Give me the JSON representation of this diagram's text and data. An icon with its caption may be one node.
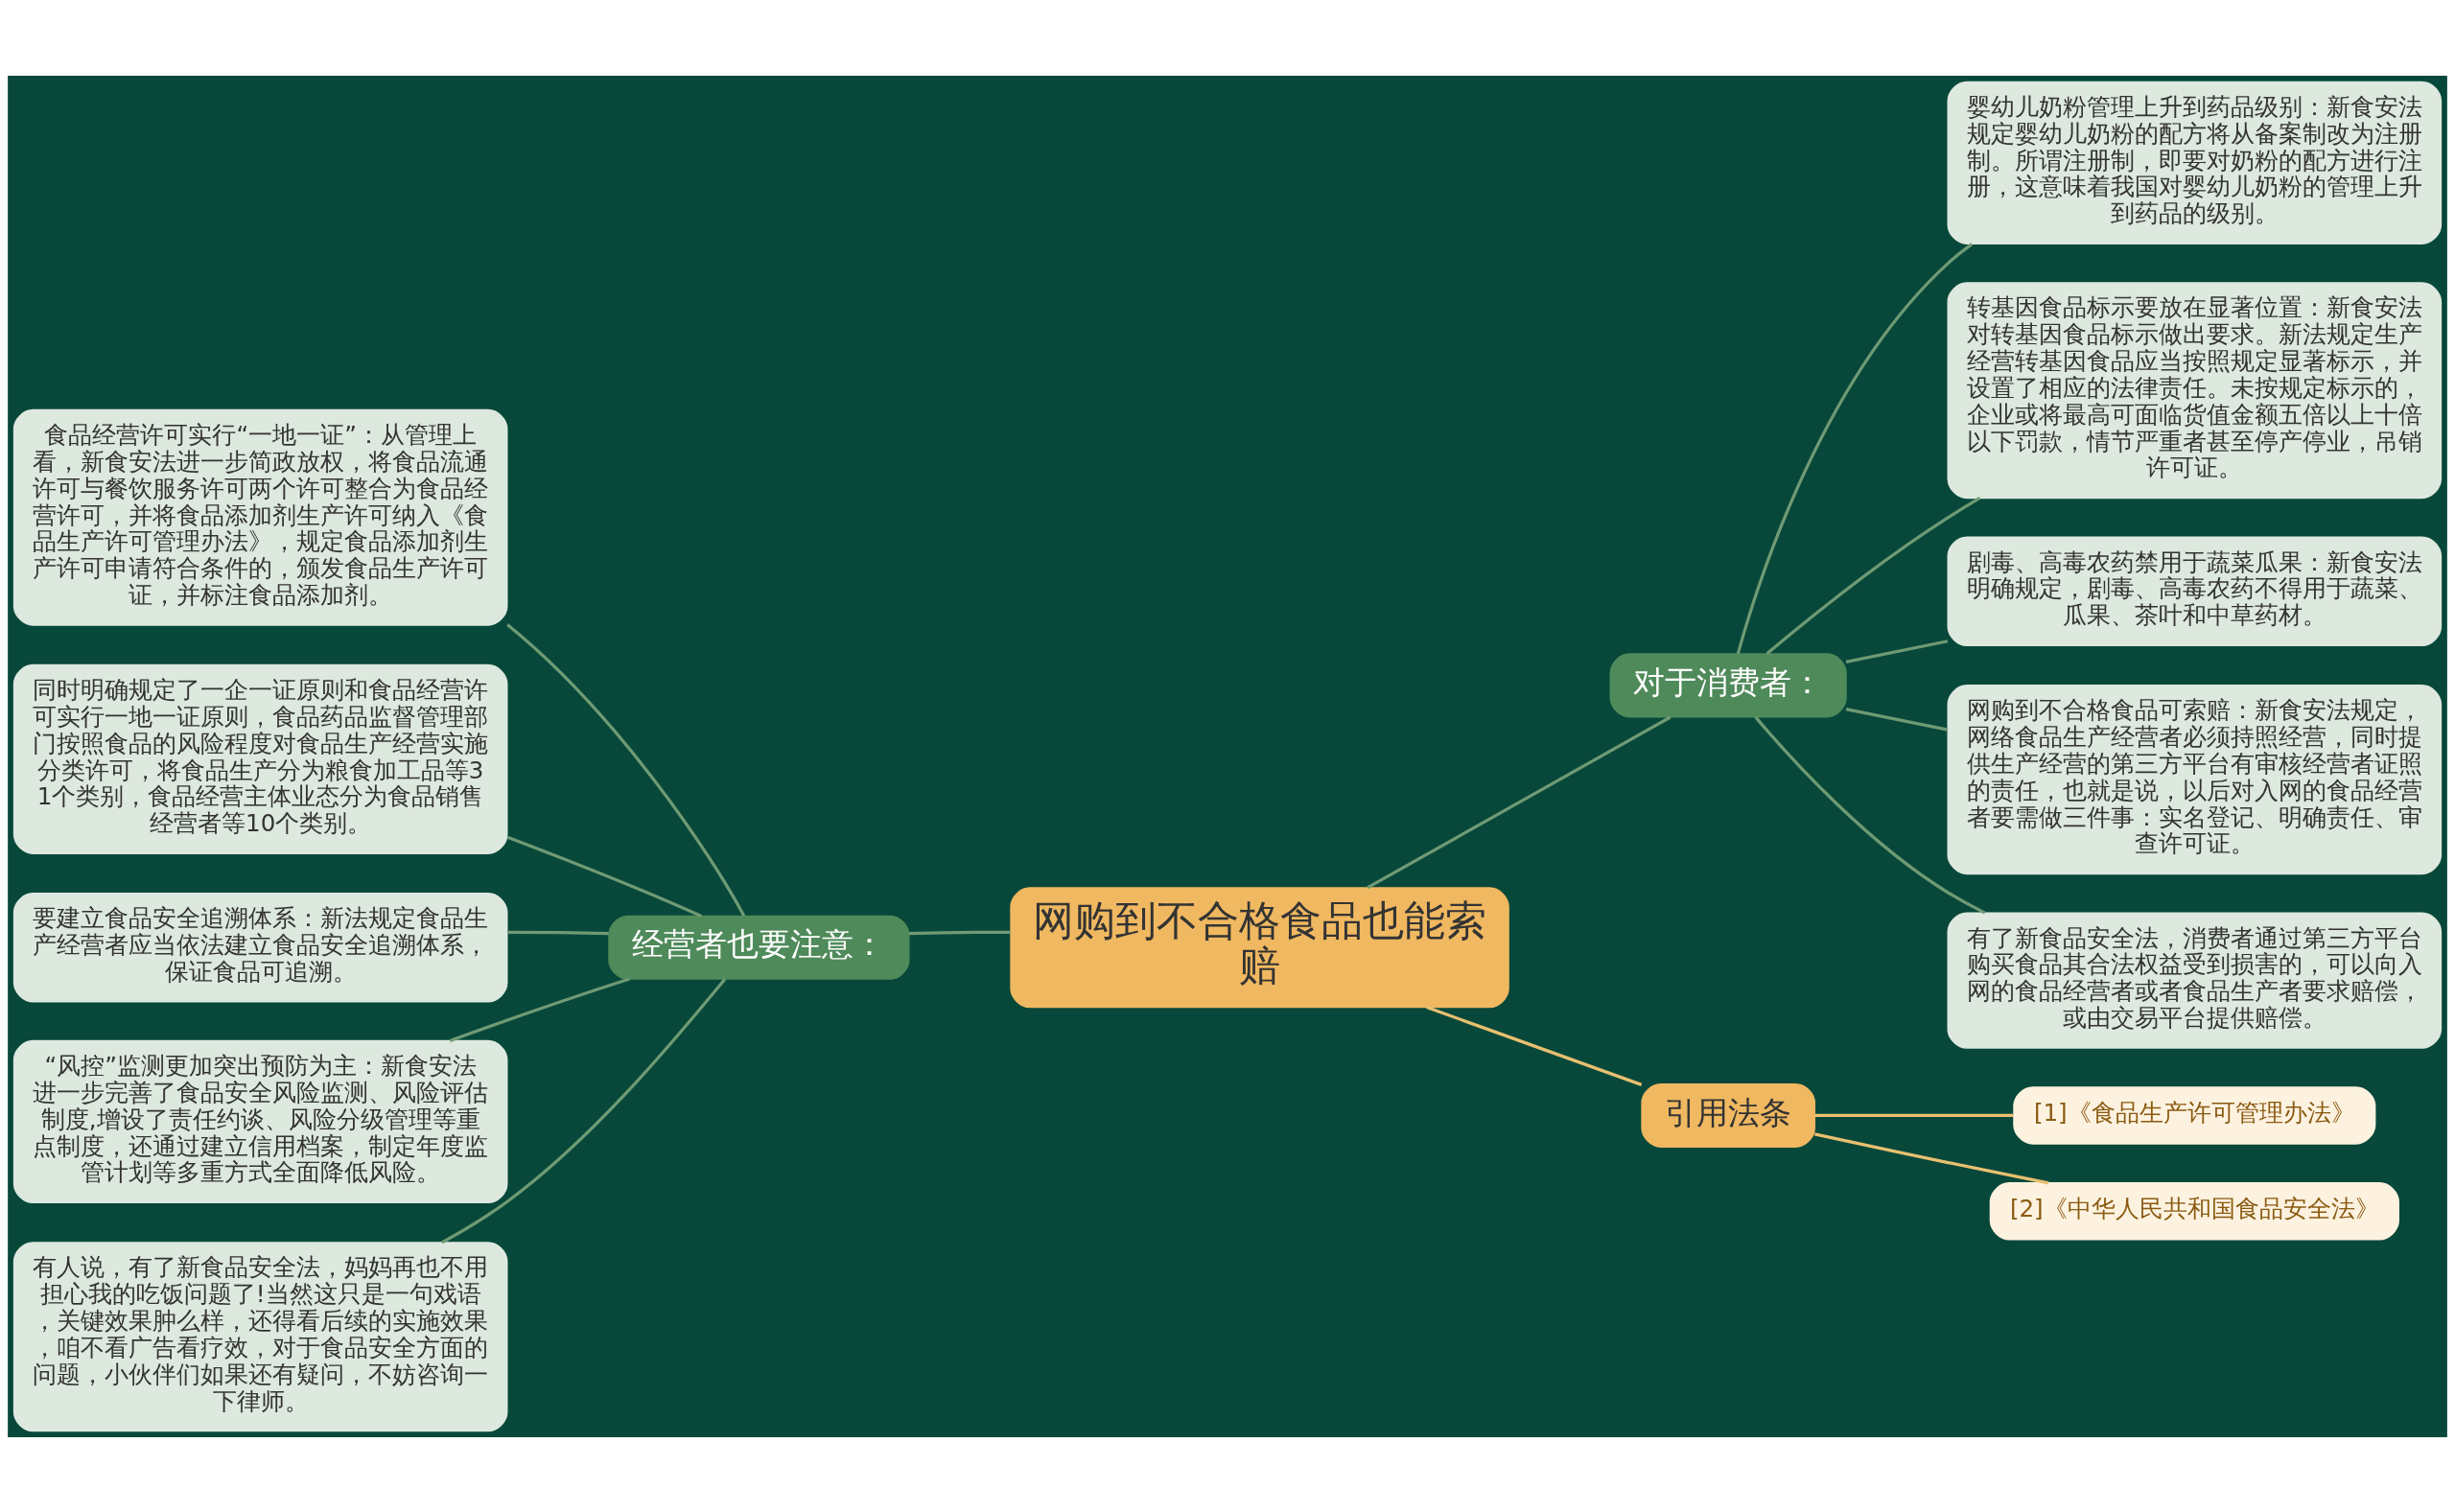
{
  "diagram": {
    "nodes": [
      {
        "text": [
          "网购到不合格食品也能索赔"
        ]
      },
      {
        "text": [
          "对于消费者："
        ]
      },
      {
        "text": [
          "婴幼儿奶粉管理上升到药品级别：新食安法规定婴幼儿奶粉的配方将从备案制改为注册制。所谓注册制，即要对奶粉的配方进行注册，这意味着我国对婴幼儿奶粉的管理上升到药品的级别。"
        ]
      },
      {
        "text": [
          "转基因食品标示要放在显著位置：新食安法对转基因食品标示做出要求。新法规定生产经营转基因食品应当按照规定显著标示，并设置了相应的法律责任。未按规定标示的，企业或将最高可面临货值金额五倍以上十倍以下罚款，情节严重者甚至停产停业，吊销许可证。"
        ]
      },
      {
        "text": [
          "剧毒、高毒农药禁用于蔬菜瓜果：新食安法明确规定，剧毒、高毒农药不得用于蔬菜、瓜果、茶叶和中草药材。"
        ]
      },
      {
        "text": [
          "网购到不合格食品可索赔：新食安法规定，网络食品生产经营者必须持照经营，同时提供生产经营的第三方平台有审核经营者证照的责任，也就是说，以后对入网的食品经营者要需做三件事：实名登记、明确责任、审查许可证。"
        ]
      },
      {
        "text": [
          "有了新食品安全法，消费者通过第三方平台购买食品其合法权益受到损害的，可以向入网的食品经营者或者食品生产者要求赔偿，或由交易平台提供赔偿。"
        ]
      },
      {
        "text": [
          "经营者也要注意："
        ]
      },
      {
        "text": [
          "食品经营许可实行“一地一证”：从管理上看，新食安法进一步简政放权，将食品流通许可与餐饮服务许可两个许可整合为食品经营许可，并将食品添加剂生产许可纳入《食品生产许可管理办法》，规定食品添加剂生产许可申请符合条件的，颁发食品生产许可证，并标注食品添加剂。"
        ]
      },
      {
        "text": [
          "同时明确规定了一企一证原则和食品经营许可实行一地一证原则，食品药品监督管理部门按照食品的风险程度对食品生产经营实施分类许可，将食品生产分为粮食加工品等31个类别，食品经营主体业态分为食品销售经营者等10个类别。"
        ]
      },
      {
        "text": [
          "要建立食品安全追溯体系：新法规定食品生产经营者应当依法建立食品安全追溯体系，保证食品可追溯。"
        ]
      },
      {
        "text": [
          "“风控”监测更加突出预防为主：新食安法进一步完善了食品安全风险监测、风险评估制度,增设了责任约谈、风险分级管理等重点制度，还通过建立信用档案，制定年度监管计划等多重方式全面降低风险。"
        ]
      },
      {
        "text": [
          "有人说，有了新食品安全法，妈妈再也不用担心我的吃饭问题了!当然这只是一句戏语，关键效果肿么样，还得看后续的实施效果，咱不看广告看疗效，对于食品安全方面的问题，小伙伴们如果还有疑问，不妨咨询一下律师。"
        ]
      },
      {
        "text": [
          "引用法条"
        ]
      },
      {
        "text": [
          "[1]《食品生产许可管理办法》"
        ]
      },
      {
        "text": [
          "[2]《中华人民共和国食品安全法》"
        ]
      }
    ],
    "edges": [
      {
        "from": 0,
        "to": 1,
        "arrow": "none"
      },
      {
        "from": 1,
        "to": 2,
        "arrow": "none"
      },
      {
        "from": 1,
        "to": 3,
        "arrow": "none"
      },
      {
        "from": 1,
        "to": 4,
        "arrow": "none"
      },
      {
        "from": 1,
        "to": 5,
        "arrow": "none"
      },
      {
        "from": 1,
        "to": 6,
        "arrow": "none"
      },
      {
        "from": 0,
        "to": 7,
        "arrow": "none"
      },
      {
        "from": 7,
        "to": 8,
        "arrow": "none"
      },
      {
        "from": 7,
        "to": 9,
        "arrow": "none"
      },
      {
        "from": 7,
        "to": 10,
        "arrow": "none"
      },
      {
        "from": 7,
        "to": 11,
        "arrow": "none"
      },
      {
        "from": 7,
        "to": 12,
        "arrow": "none"
      },
      {
        "from": 0,
        "to": 13,
        "arrow": "none",
        "color": "#e8c070"
      },
      {
        "from": 13,
        "to": 14,
        "arrow": "none",
        "color": "#e8c070"
      },
      {
        "from": 13,
        "to": 15,
        "arrow": "none",
        "color": "#e8c070"
      }
    ]
  }
}
